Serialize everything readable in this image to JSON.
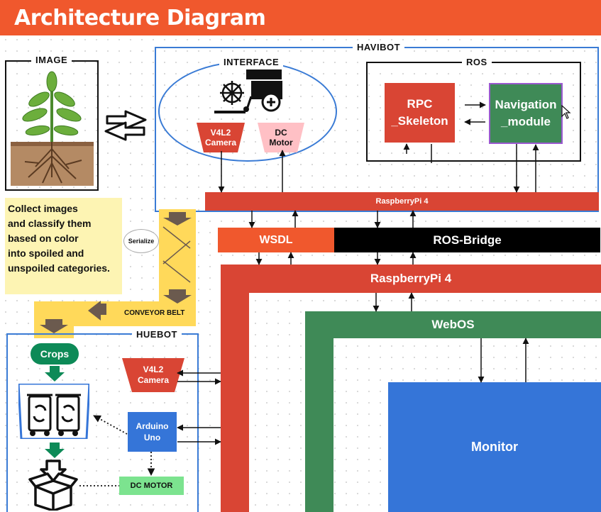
{
  "title": "Architecture Diagram",
  "image_box": {
    "label": "IMAGE"
  },
  "havibot": {
    "label": "HAVIBOT",
    "interface": {
      "label": "INTERFACE",
      "camera": "V4L2\nCamera",
      "motor": "DC\nMotor"
    },
    "ros": {
      "label": "ROS",
      "rpc": "RPC\n_Skeleton",
      "nav": "Navigation\n_module"
    },
    "pi_bar": "RaspberryPi 4"
  },
  "note": "Collect images\nand classify them\nbased on color\ninto spoiled and\nunspoiled categories.",
  "serialize": "Serialize",
  "conveyor_belt": "CONVEYOR BELT",
  "wsdl": "WSDL",
  "ros_bridge": "ROS-Bridge",
  "pi_main": "RaspberryPi 4",
  "webos": "WebOS",
  "monitor": "Monitor",
  "huebot": {
    "label": "HUEBOT",
    "crops": "Crops",
    "camera": "V4L2\nCamera",
    "arduino": "Arduino\nUno",
    "dc_motor": "DC MOTOR"
  },
  "colors": {
    "title_orange": "#f0582d",
    "frame_blue": "#3a7bd5",
    "red": "#d94534",
    "green": "#3f8a57",
    "blue": "#3575d8",
    "yellow": "#ffd95a",
    "note_yellow": "#fdf4b3",
    "crops_green": "#0d8a57",
    "pink": "#ffc0c5",
    "dc_green": "#7ce38f"
  }
}
